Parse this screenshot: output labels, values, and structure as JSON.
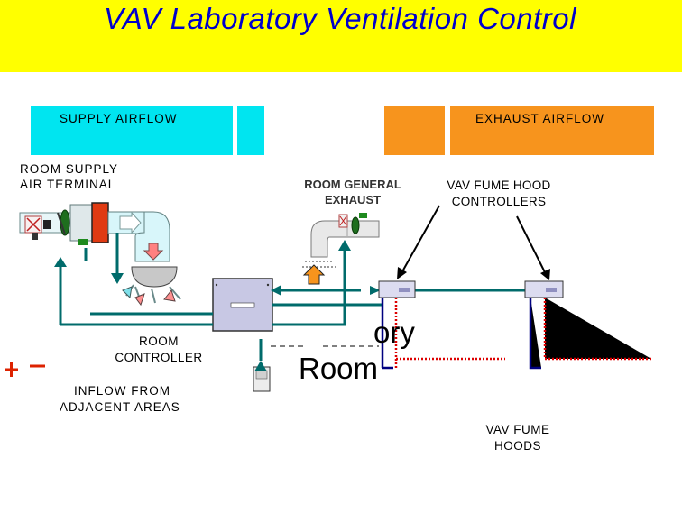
{
  "title": "VAV  Laboratory  Ventilation  Control",
  "labels": {
    "supply_airflow": "SUPPLY  AIRFLOW",
    "exhaust_airflow": "EXHAUST  AIRFLOW",
    "room_supply_line1": "ROOM  SUPPLY",
    "room_supply_line2": "AIR  TERMINAL",
    "room_general_line1": "ROOM  GENERAL",
    "room_general_line2": "EXHAUST",
    "fume_ctrl_line1": "VAV  FUME HOOD",
    "fume_ctrl_line2": "CONTROLLERS",
    "room_ctrl_line1": "ROOM",
    "room_ctrl_line2": "CONTROLLER",
    "inflow_line1": "INFLOW  FROM",
    "inflow_line2": "ADJACENT  AREAS",
    "fume_hoods_line1": "VAV  FUME",
    "fume_hoods_line2": "HOODS",
    "fragment_ory": "ory",
    "room_word": "Room",
    "plus": "+",
    "minus": "−"
  },
  "colors": {
    "banner": "#ffff00",
    "title": "#0000cc",
    "supply": "#00e5f0",
    "exhaust": "#f7941d",
    "duct_line": "#006b6b",
    "blue_line": "#000080",
    "red_dotted": "#dd0000",
    "accent_red": "#dd2200"
  }
}
